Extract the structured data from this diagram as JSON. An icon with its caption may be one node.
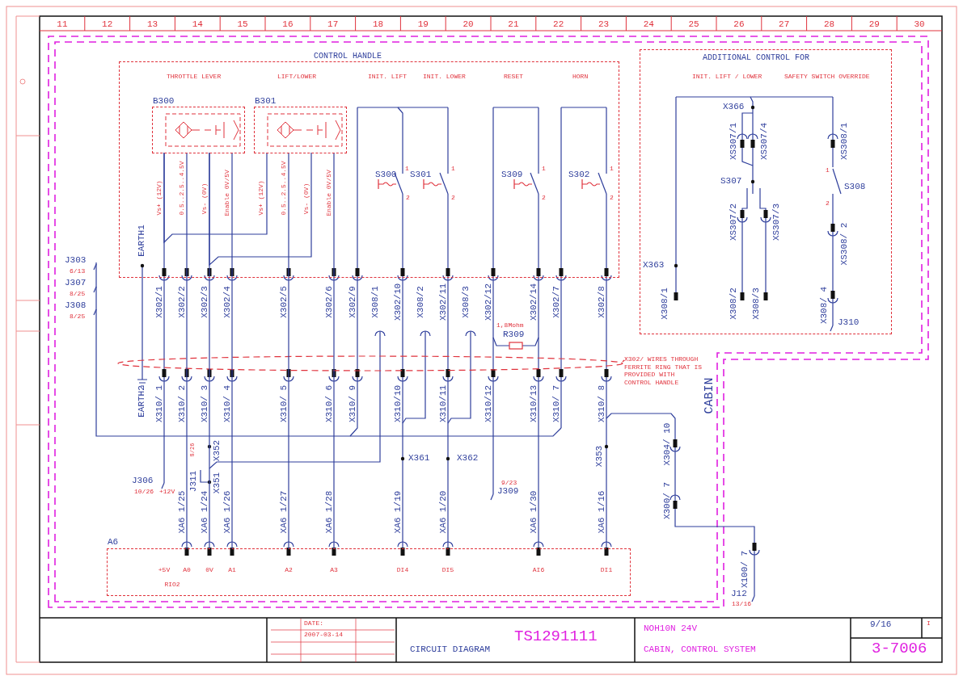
{
  "diagram": {
    "nodes": [
      {
        "text": [
          "CONTROL HANDLE",
          "THROTTLE LEVER",
          "LIFT/LOWER",
          "INIT. LIFT",
          "INIT. LOWER",
          "RESET",
          "HORN"
        ]
      },
      {
        "text": [
          "B300"
        ],
        "in": 0
      },
      {
        "text": [
          "B301"
        ],
        "in": 0
      },
      {
        "text": [
          "ADDITIONAL CONTROL FOR",
          "INIT. LIFT / LOWER",
          "SAFETY SWITCH OVERRIDE"
        ]
      },
      {
        "text": [
          "A6",
          "+5V",
          "A0",
          "0V",
          "A1",
          "A2",
          "A3",
          "DI4",
          "DI5",
          "AI6",
          "DI1",
          "RIO2"
        ]
      }
    ],
    "edges": [
      {
        "from": 1,
        "to": 4,
        "arrow": "none"
      },
      {
        "from": 1,
        "to": 4,
        "arrow": "none"
      },
      {
        "from": 1,
        "to": 4,
        "arrow": "none"
      },
      {
        "from": 2,
        "to": 4,
        "arrow": "none"
      },
      {
        "from": 2,
        "to": 4,
        "arrow": "none"
      },
      {
        "from": 2,
        "to": 1,
        "arrow": "none"
      },
      {
        "from": 2,
        "to": 1,
        "arrow": "none"
      }
    ],
    "labels": [
      "11",
      "12",
      "13",
      "14",
      "15",
      "16",
      "17",
      "18",
      "19",
      "20",
      "21",
      "22",
      "23",
      "24",
      "25",
      "26",
      "27",
      "28",
      "29",
      "30",
      "J303",
      "6/13",
      "J307",
      "8/25",
      "J308",
      "8/25",
      "EARTH1",
      "Vs+ (12V)",
      "0.5..2.5..4.5V",
      "Vs- (0V)",
      "Enable 0V/5V",
      "Vs+ (12V)",
      "0.5..2.5..4.5V",
      "Vs- (0V)",
      "Enable 0V/5V",
      "S300",
      "1",
      "2",
      "S301",
      "1",
      "2",
      "S309",
      "1",
      "2",
      "S302",
      "1",
      "2",
      "X302/1",
      "X302/2",
      "X302/3",
      "X302/4",
      "X302/5",
      "X302/6",
      "X302/9",
      "X308/1",
      "X302/10",
      "X308/2",
      "X302/11",
      "X308/3",
      "X302/12",
      "1,8Mohm",
      "R309",
      "X302/14",
      "X302/7",
      "X302/8",
      "X302/ WIRES THROUGH FERRITE RING THAT IS PROVIDED WITH CONTROL HANDLE",
      "EARTH2",
      "X310/ 1",
      "X310/ 2",
      "X310/ 3",
      "X310/ 4",
      "X310/ 5",
      "X310/ 6",
      "X310/ 9",
      "X310/10",
      "X310/11",
      "X310/12",
      "X310/13",
      "X310/ 7",
      "X310/ 8",
      "X352",
      "8/26",
      "J311",
      "X351",
      "X361",
      "X362",
      "J306",
      "10/26",
      "+12V",
      "XA6 1/25",
      "XA6 1/24",
      "XA6 1/26",
      "XA6 1/27",
      "XA6 1/28",
      "XA6 1/19",
      "XA6 1/20",
      "9/23",
      "J309",
      "XA6 1/30",
      "X353",
      "XA6 1/16",
      "X304/ 10",
      "X300/ 7",
      "CABIN",
      "X100/ 7",
      "J12",
      "13/16",
      "X366",
      "XS307/1",
      "XS307/4",
      "XS308/1",
      "S307",
      "1",
      "S308",
      "2",
      "XS307/2",
      "XS307/3",
      "XS308/ 2",
      "X363",
      "X308/1",
      "X308/2",
      "X308/3",
      "X308/ 4",
      "J310",
      "DATE:",
      "2007-03-14",
      "CIRCUIT DIAGRAM",
      "TS1291111",
      "NOH10N 24V",
      "CABIN, CONTROL SYSTEM",
      "9/16",
      "I",
      "3-7006"
    ]
  }
}
